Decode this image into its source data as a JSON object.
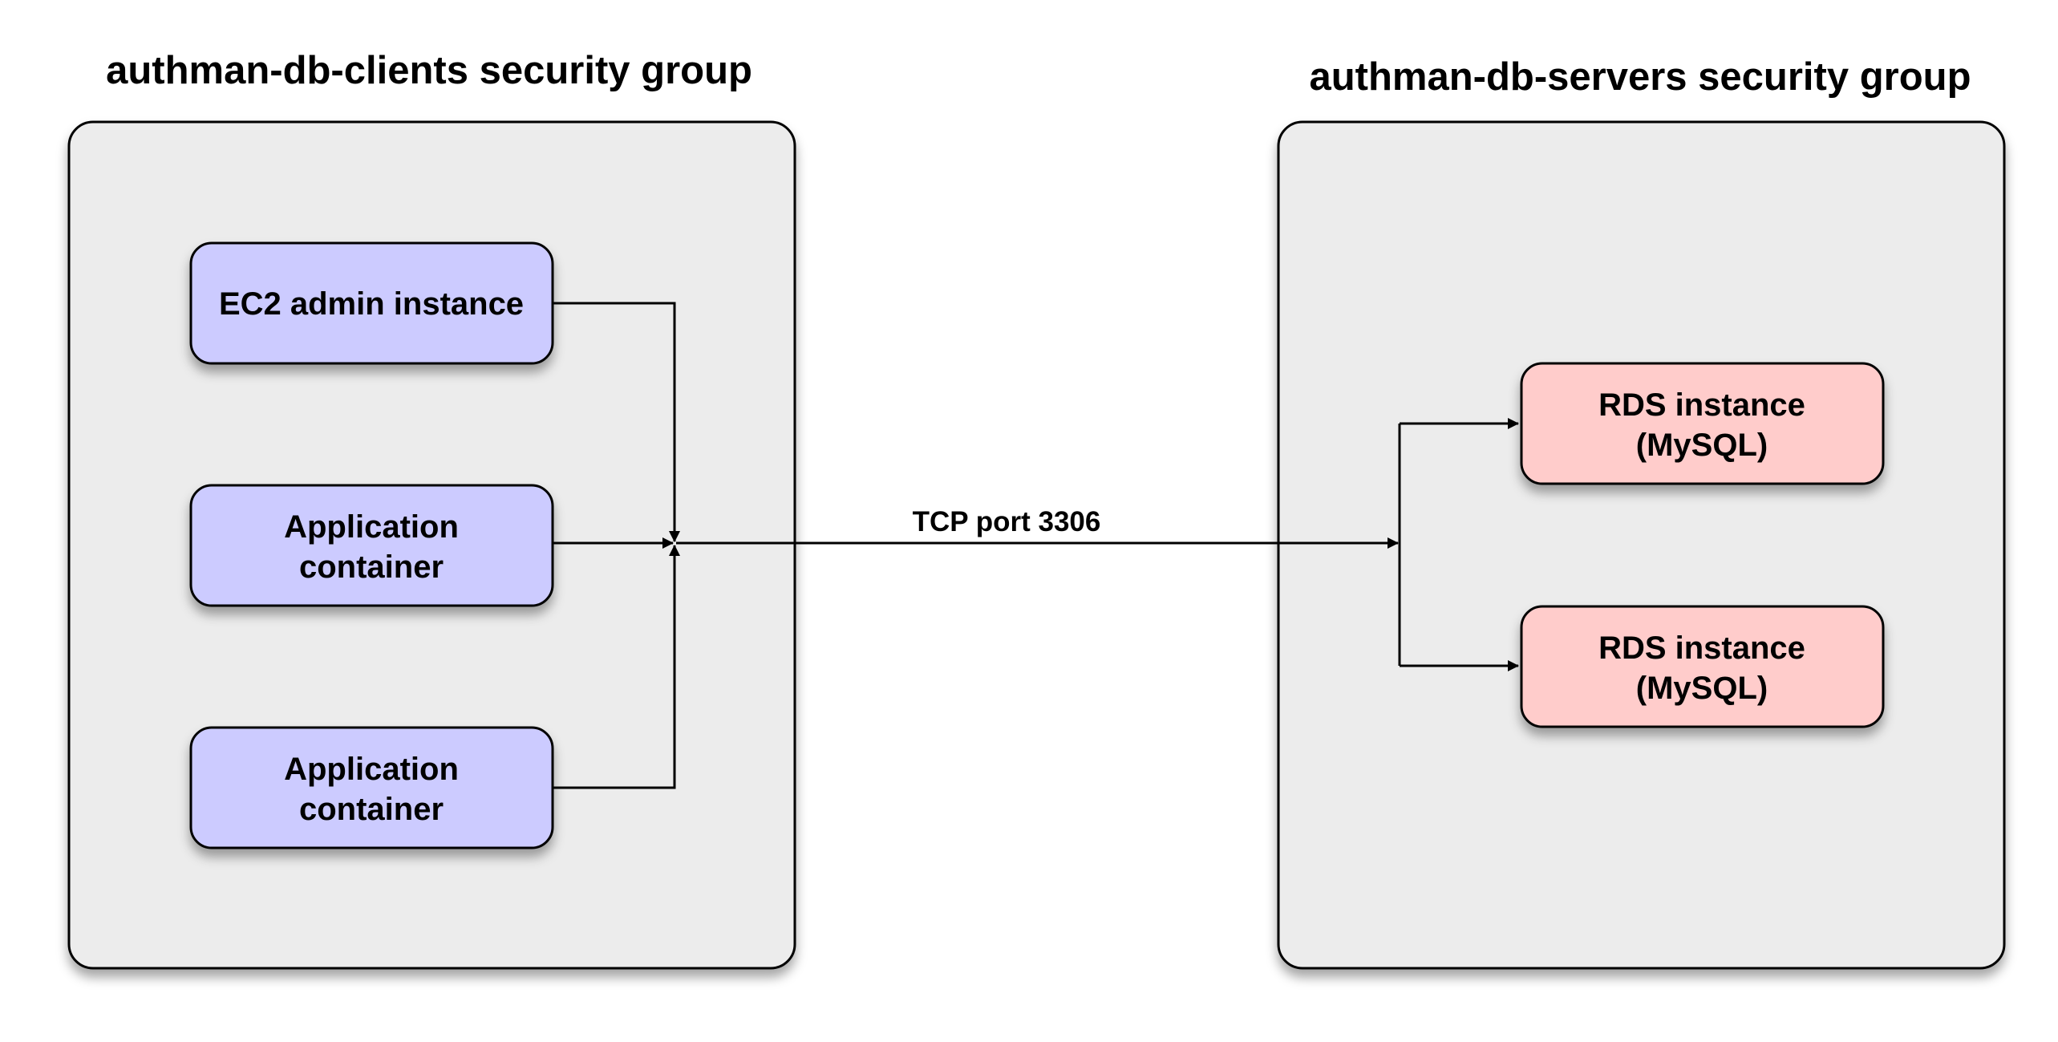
{
  "groups": {
    "clients": {
      "title": "authman-db-clients security group"
    },
    "servers": {
      "title": "authman-db-servers security group"
    }
  },
  "nodes": {
    "ec2_admin": {
      "line1": "EC2 admin instance"
    },
    "app_container_1": {
      "line1": "Application",
      "line2": "container"
    },
    "app_container_2": {
      "line1": "Application",
      "line2": "container"
    },
    "rds_1": {
      "line1": "RDS instance",
      "line2": "(MySQL)"
    },
    "rds_2": {
      "line1": "RDS instance",
      "line2": "(MySQL)"
    }
  },
  "edges": {
    "connection": {
      "label": "TCP port 3306"
    }
  },
  "colors": {
    "group_fill": "#ececec",
    "client_node_fill": "#cccbff",
    "server_node_fill": "#ffcccb",
    "stroke": "#000000",
    "shadow": "#9a9a9a"
  }
}
